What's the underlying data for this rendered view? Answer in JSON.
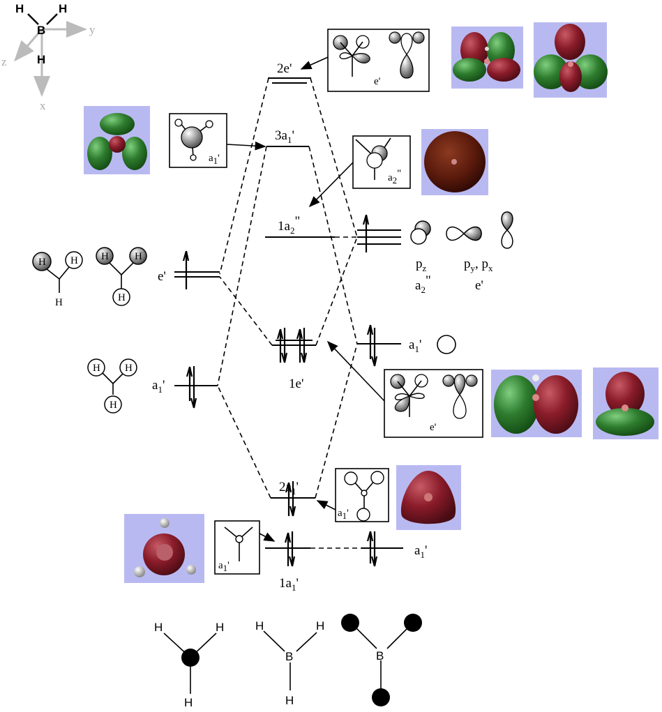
{
  "axes": {
    "atom_b": "B",
    "atom_h": "H",
    "y": "y",
    "z": "z",
    "x": "x"
  },
  "mo_levels": {
    "two_e": {
      "base": "2e",
      "sup": "'"
    },
    "three_a1": {
      "base": "3a",
      "sub": "1",
      "sup": "'"
    },
    "one_a2": {
      "base": "1a",
      "sub": "2",
      "sup": "\""
    },
    "one_e": {
      "base": "1e",
      "sup": "'"
    },
    "two_a1": {
      "base": "2a",
      "sub": "1",
      "sup": "'"
    },
    "one_a1": {
      "base": "1a",
      "sub": "1",
      "sup": "'"
    }
  },
  "h3_fragment": {
    "e_label": "e'",
    "a1_label": {
      "base": "a",
      "sub": "1",
      "sup": "'"
    },
    "atom": "H"
  },
  "boron_orbitals": {
    "pz": {
      "base": "p",
      "sub": "z"
    },
    "pz_sym": {
      "base": "a",
      "sub": "2",
      "sup": "\""
    },
    "pypx": {
      "base1": "p",
      "sub1": "y",
      "sep": ", ",
      "base2": "p",
      "sub2": "x"
    },
    "pypx_sym": "e'",
    "s_label": {
      "base": "a",
      "sub": "1",
      "sup": "'"
    },
    "core_label": {
      "base": "a",
      "sub": "1",
      "sup": "'"
    }
  },
  "boxes": {
    "e_top": "e'",
    "a1_left": {
      "base": "a",
      "sub": "1",
      "sup": "'"
    },
    "a2": {
      "base": "a",
      "sub": "2",
      "sup": "\""
    },
    "e_mid": "e'",
    "a1_2": {
      "base": "a",
      "sub": "1",
      "sup": "'"
    },
    "a1_1": {
      "base": "a",
      "sub": "1",
      "sup": "'"
    }
  },
  "bottom": {
    "h": "H",
    "b": "B"
  },
  "colors": {
    "surface_bg": "#b9b9f2",
    "lobe_green": "#2f7d2f",
    "lobe_red": "#8b1c2a",
    "axis_gray": "#aaaaaa"
  }
}
